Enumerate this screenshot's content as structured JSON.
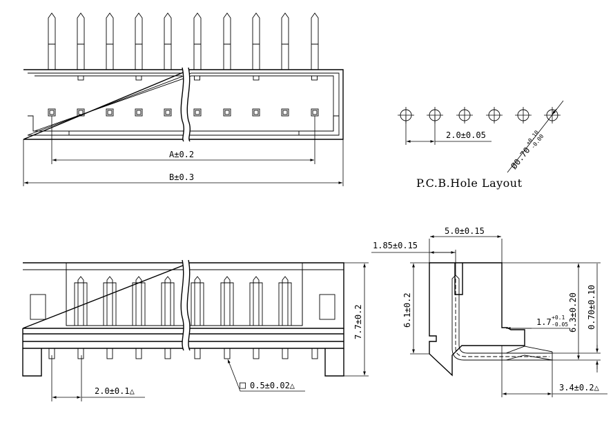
{
  "views": {
    "top": {
      "dim_a": "A±0.2",
      "dim_b": "B±0.3"
    },
    "pcb": {
      "title": "P.C.B.Hole Layout",
      "pitch": "2.0±0.05",
      "hole_main": "Ø0.70",
      "hole_tol_upper": "+0.10",
      "hole_tol_lower": "-0.00"
    },
    "front": {
      "height": "7.7±0.2",
      "pitch": "2.0±0.1△",
      "pin_square_mark": "□",
      "pin_size": "0.5±0.02△"
    },
    "side": {
      "depth": "5.0±0.15",
      "pin_offset": "1.85±0.15",
      "body_height": "6.1±0.2",
      "total_height": "6.3±0.20",
      "pin_stand": "0.70±0.10",
      "pin_bend_main": "1.7",
      "pin_bend_upper": "+0.1",
      "pin_bend_lower": "-0.05",
      "tail_length": "3.4±0.2△"
    }
  }
}
